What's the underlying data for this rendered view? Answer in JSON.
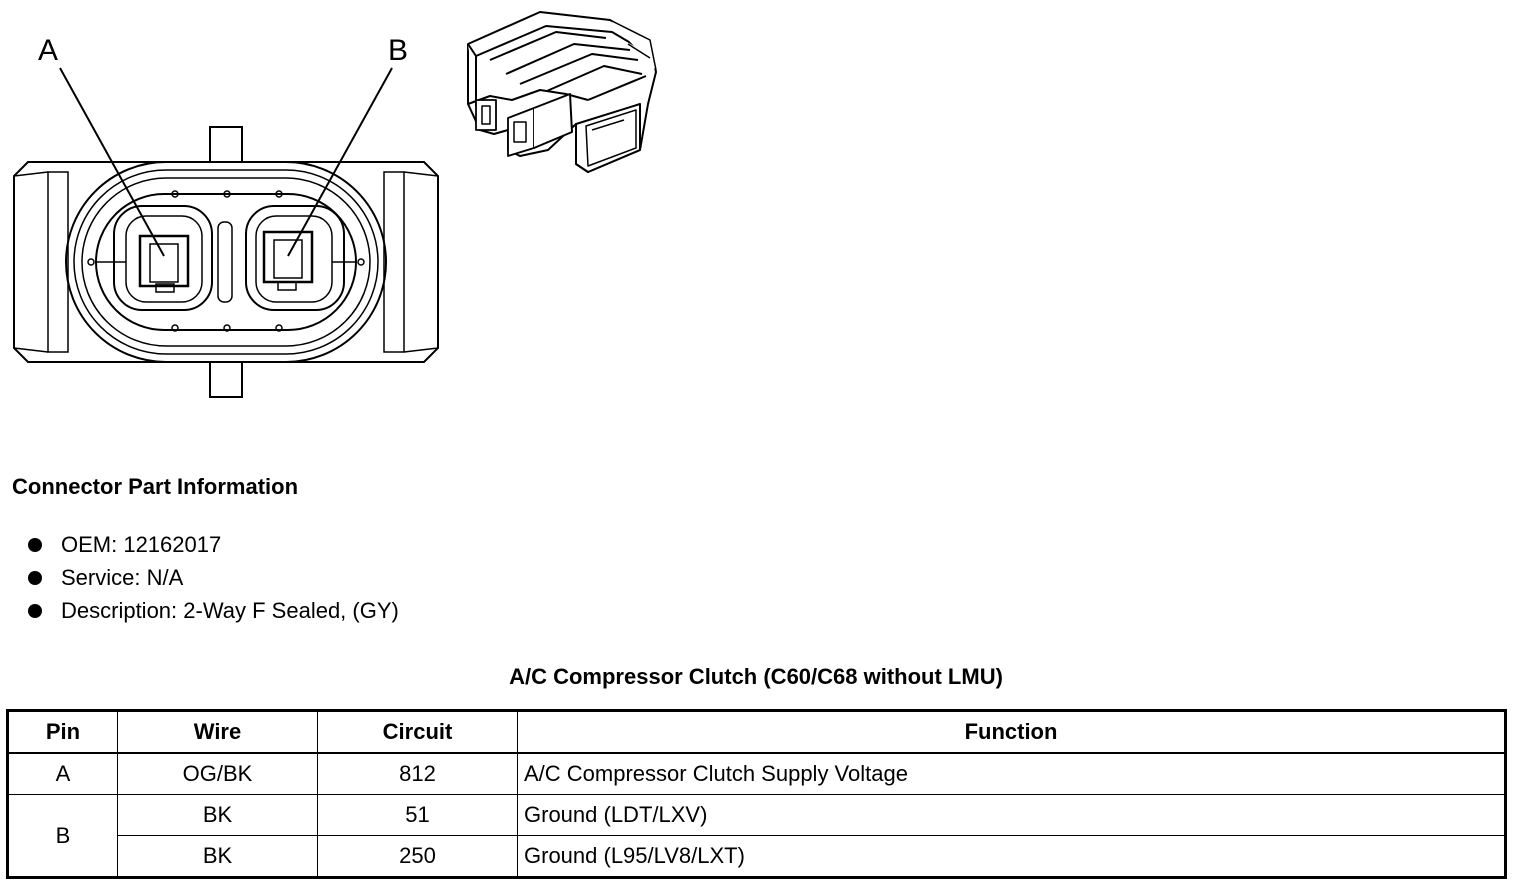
{
  "connector": {
    "pin_labels": [
      "A",
      "B"
    ]
  },
  "part_info": {
    "heading": "Connector Part Information",
    "items": [
      "OEM: 12162017",
      "Service: N/A",
      "Description: 2-Way F Sealed, (GY)"
    ]
  },
  "table": {
    "title": "A/C Compressor Clutch (C60/C68 without LMU)",
    "headers": [
      "Pin",
      "Wire",
      "Circuit",
      "Function"
    ],
    "rows": [
      {
        "pin": "A",
        "wire": "OG/BK",
        "circuit": "812",
        "function": "A/C Compressor Clutch Supply Voltage"
      },
      {
        "pin": "B",
        "wire": "BK",
        "circuit": "51",
        "function": "Ground (LDT/LXV)"
      },
      {
        "pin": "",
        "wire": "BK",
        "circuit": "250",
        "function": "Ground (L95/LV8/LXT)"
      }
    ]
  }
}
